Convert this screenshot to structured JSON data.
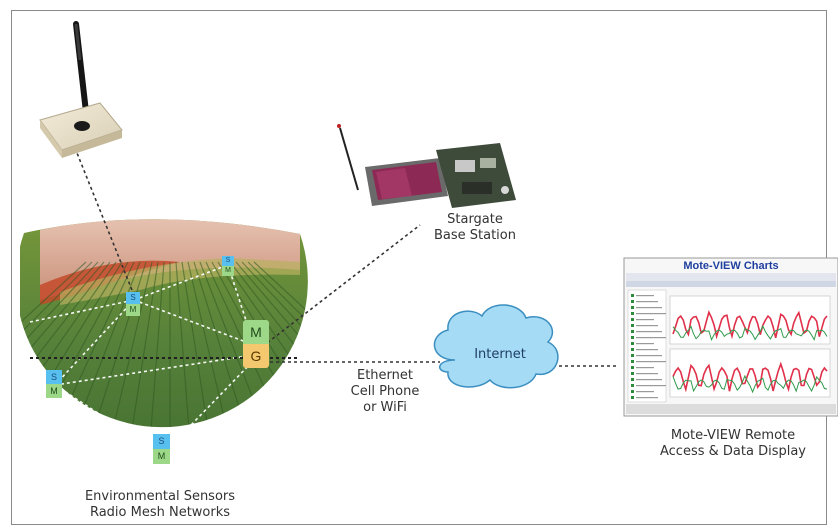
{
  "labels": {
    "base_station_line1": "Stargate",
    "base_station_line2": "Base Station",
    "links_line1": "Ethernet",
    "links_line2": "Cell Phone",
    "links_line3": "or WiFi",
    "cloud": "Internet",
    "remote_line1": "Mote-VIEW Remote",
    "remote_line2": "Access & Data Display",
    "sensors_line1": "Environmental Sensors",
    "sensors_line2": "Radio Mesh Networks"
  },
  "screen": {
    "title": "Mote-VIEW Charts"
  },
  "nodes": {
    "sensor_badge": "S",
    "mote_badge": "M",
    "gateway_badge": "G"
  },
  "colors": {
    "sensor_badge": "#58c0ee",
    "mote_badge": "#9dd889",
    "gateway_badge": "#f4c86e",
    "cloud_fill": "#a6dbf5",
    "field_green": "#5f8a3a",
    "chart_line": "#e0304a"
  }
}
